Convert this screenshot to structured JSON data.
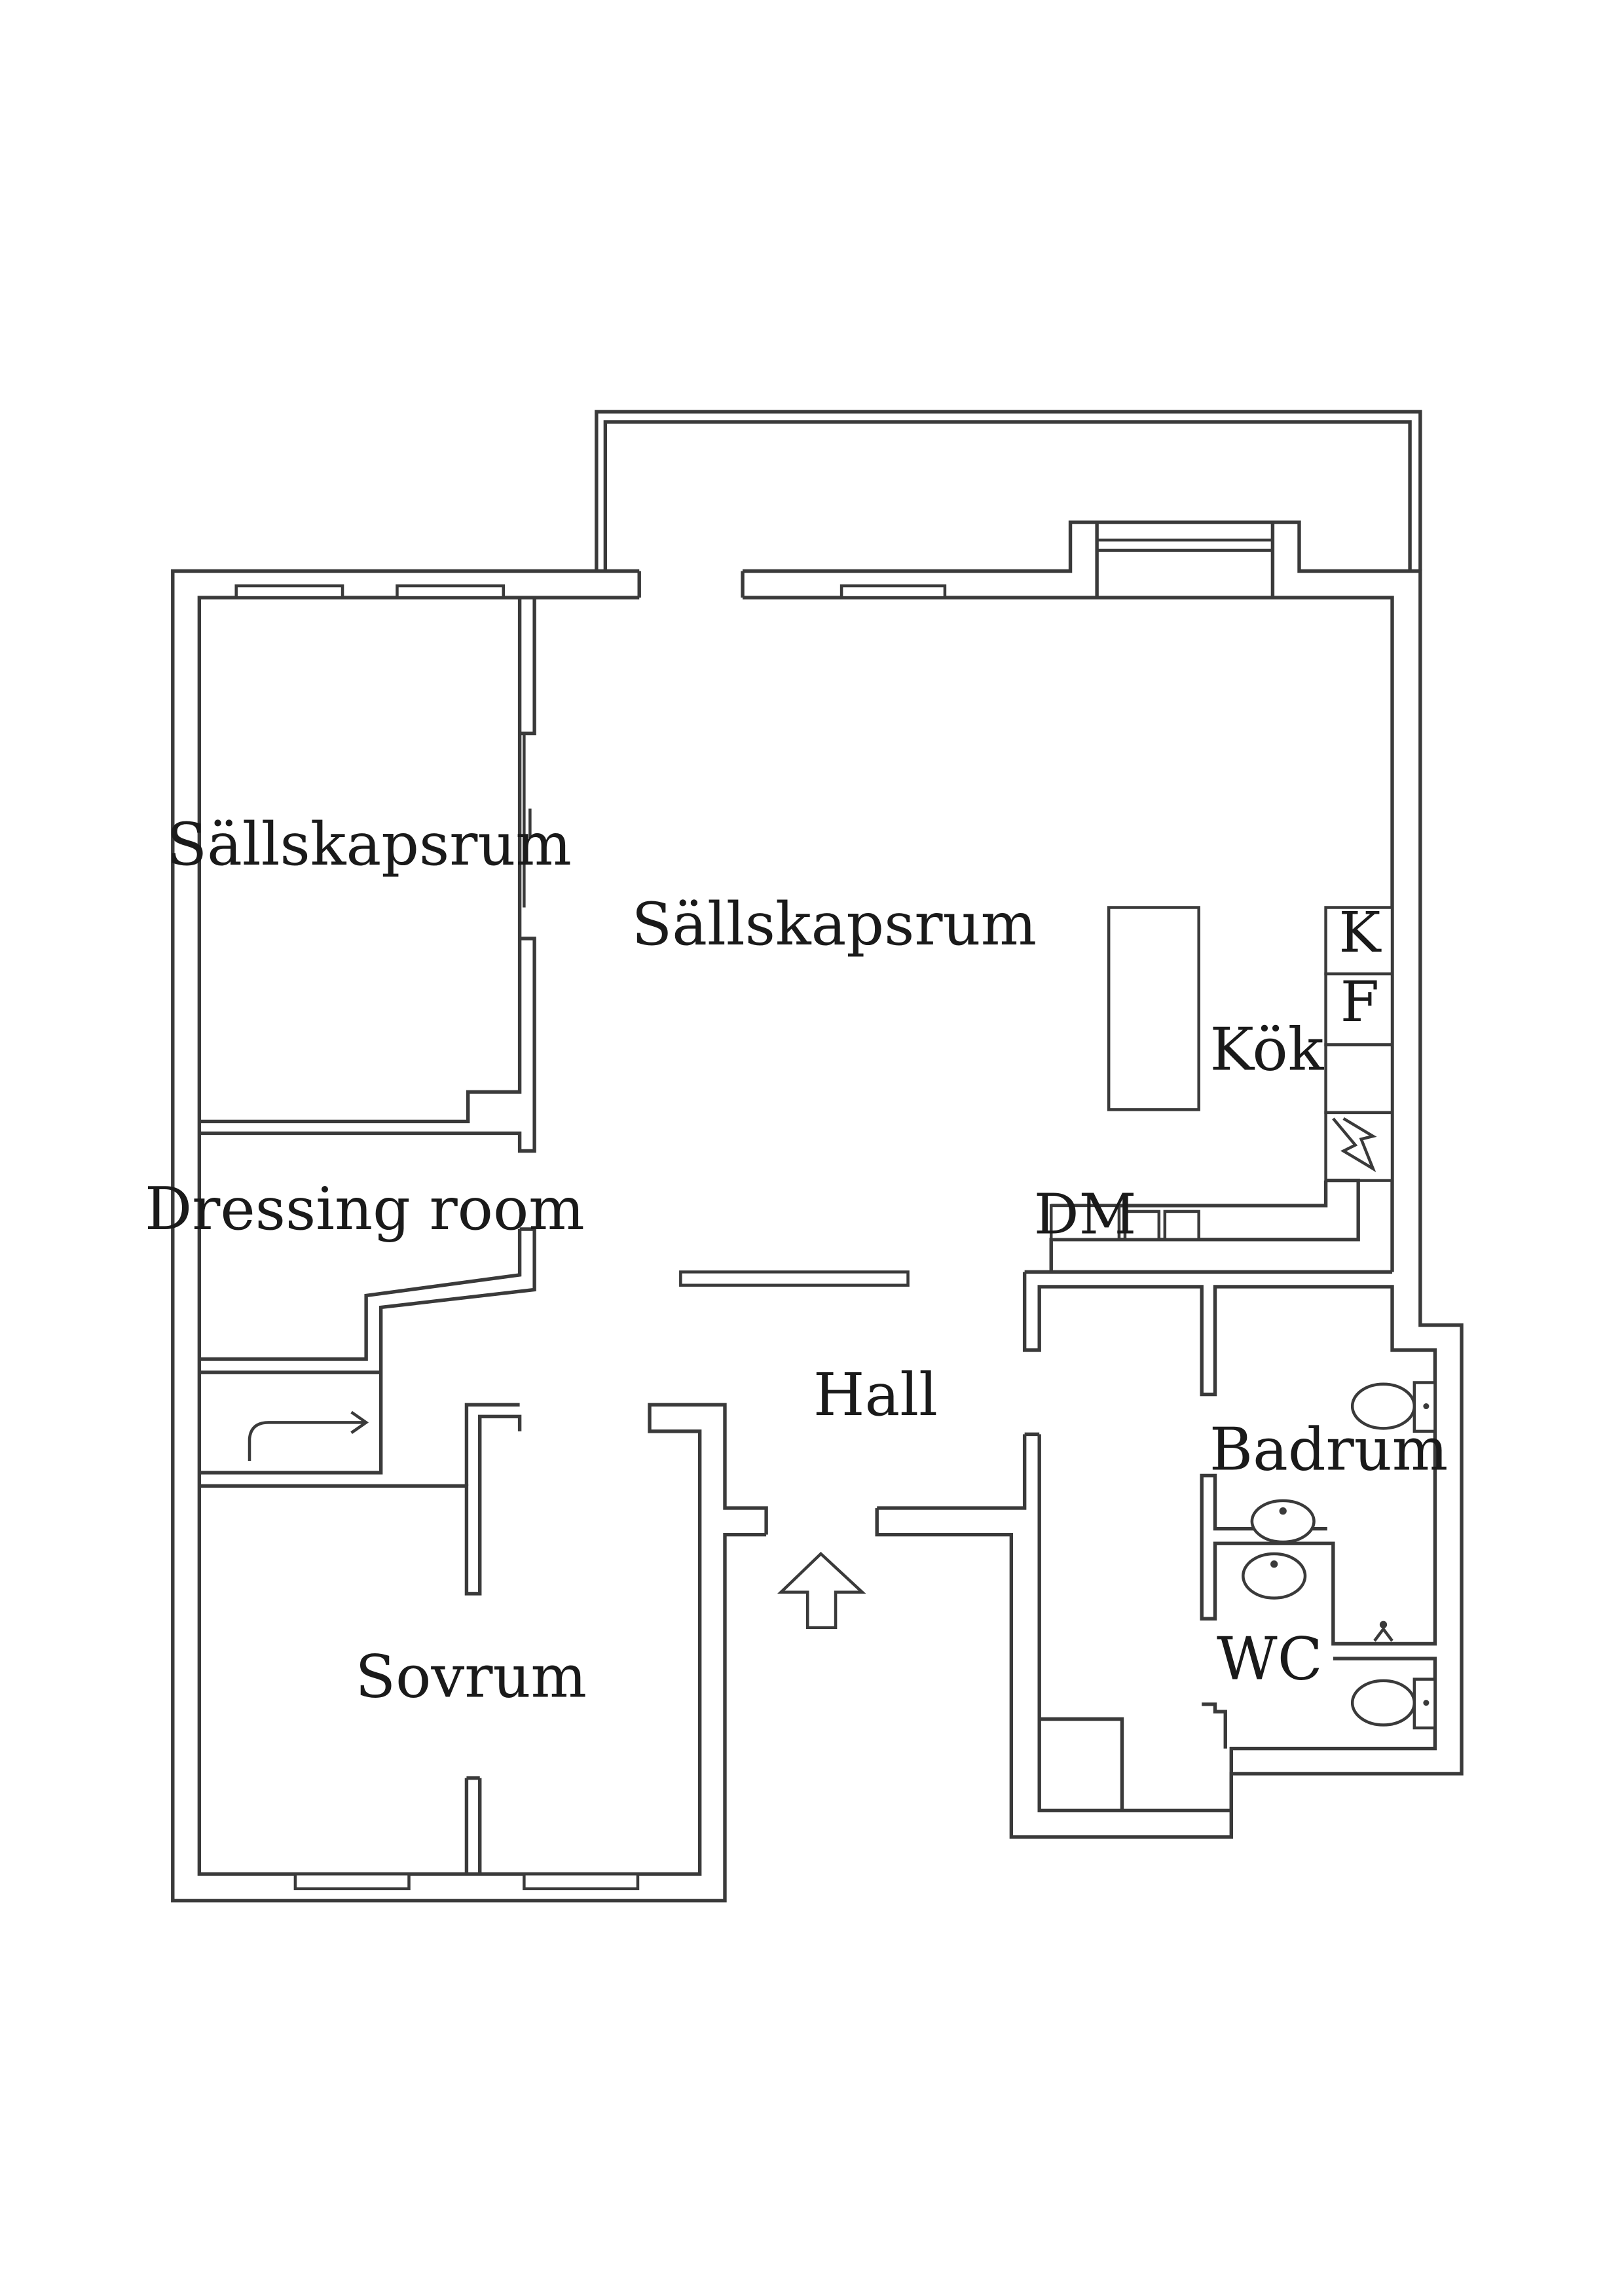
{
  "plan": {
    "rooms": {
      "sallskapsrum_left": "Sällskapsrum",
      "sallskapsrum_main": "Sällskapsrum",
      "kok": "Kök",
      "dressing_room": "Dressing room",
      "hall": "Hall",
      "badrum": "Badrum",
      "wc": "WC",
      "sovrum": "Sovrum"
    },
    "appliances": {
      "k": "K",
      "f": "F",
      "dm": "DM"
    }
  }
}
